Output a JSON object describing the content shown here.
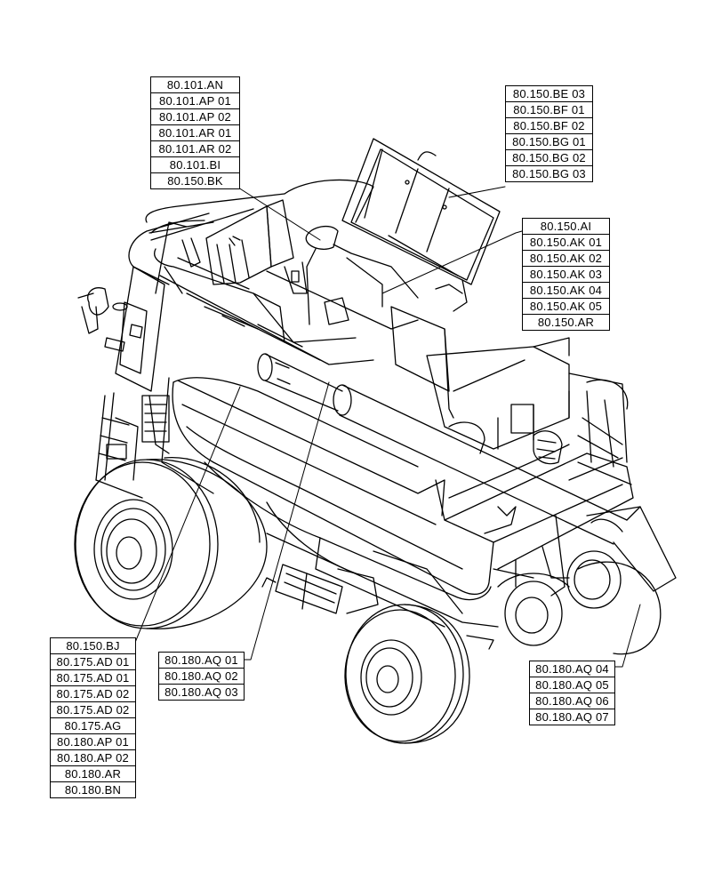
{
  "callouts": {
    "top_center": [
      "80.101.AN",
      "80.101.AP 01",
      "80.101.AP 02",
      "80.101.AR 01",
      "80.101.AR 02",
      "80.101.BI",
      "80.150.BK"
    ],
    "top_right": [
      "80.150.BE 03",
      "80.150.BF 01",
      "80.150.BF 02",
      "80.150.BG 01",
      "80.150.BG 02",
      "80.150.BG 03"
    ],
    "right": [
      "80.150.AI",
      "80.150.AK 01",
      "80.150.AK 02",
      "80.150.AK 03",
      "80.150.AK 04",
      "80.150.AK 05",
      "80.150.AR"
    ],
    "bottom_left": [
      "80.150.BJ",
      "80.175.AD 01",
      "80.175.AD 01",
      "80.175.AD 02",
      "80.175.AD 02",
      "80.175.AG",
      "80.180.AP 01",
      "80.180.AP 02",
      "80.180.AR",
      "80.180.BN"
    ],
    "bottom_center": [
      "80.180.AQ 01",
      "80.180.AQ 02",
      "80.180.AQ 03"
    ],
    "bottom_right": [
      "80.180.AQ 04",
      "80.180.AQ 05",
      "80.180.AQ 06",
      "80.180.AQ 07"
    ]
  },
  "colors": {
    "line": "#000000",
    "background": "#ffffff"
  }
}
